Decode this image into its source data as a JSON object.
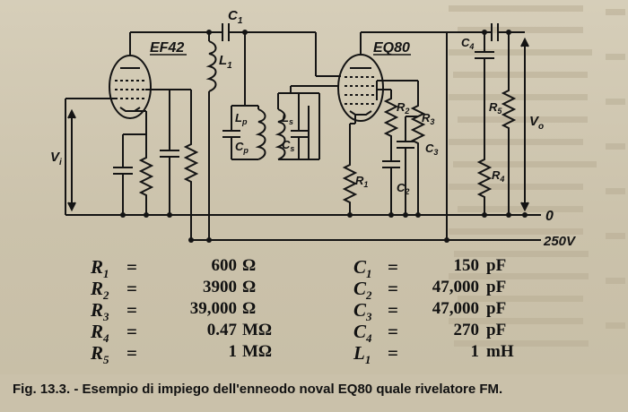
{
  "diagram": {
    "tubes": [
      "EF42",
      "EQ80"
    ],
    "labels": {
      "c1": "C",
      "c1_sub": "1",
      "l1": "L",
      "l1_sub": "1",
      "lp": "L",
      "lp_sub": "p",
      "cp": "C",
      "cp_sub": "p",
      "ls": "L",
      "ls_sub": "s",
      "cs": "C",
      "cs_sub": "s",
      "r1": "R",
      "r1_sub": "1",
      "r2": "R",
      "r2_sub": "2",
      "r3": "R",
      "r3_sub": "3",
      "r4": "R",
      "r4_sub": "4",
      "r5": "R",
      "r5_sub": "5",
      "c2": "C",
      "c2_sub": "2",
      "c3": "C",
      "c3_sub": "3",
      "c4": "C",
      "c4_sub": "4",
      "vi": "V",
      "vi_sub": "i",
      "vo": "V",
      "vo_sub": "o",
      "rail_zero": "0",
      "rail_b": "250V"
    }
  },
  "component_values": {
    "resistors": [
      {
        "sym": "R",
        "sub": "1",
        "eq": "=",
        "value": "600",
        "unit": "Ω"
      },
      {
        "sym": "R",
        "sub": "2",
        "eq": "=",
        "value": "3900",
        "unit": "Ω"
      },
      {
        "sym": "R",
        "sub": "3",
        "eq": "=",
        "value": "39,000",
        "unit": "Ω"
      },
      {
        "sym": "R",
        "sub": "4",
        "eq": "=",
        "value": "0.47",
        "unit": "MΩ"
      },
      {
        "sym": "R",
        "sub": "5",
        "eq": "=",
        "value": "1",
        "unit": "MΩ"
      }
    ],
    "others": [
      {
        "sym": "C",
        "sub": "1",
        "eq": "=",
        "value": "150",
        "unit": "pF"
      },
      {
        "sym": "C",
        "sub": "2",
        "eq": "=",
        "value": "47,000",
        "unit": "pF"
      },
      {
        "sym": "C",
        "sub": "3",
        "eq": "=",
        "value": "47,000",
        "unit": "pF"
      },
      {
        "sym": "C",
        "sub": "4",
        "eq": "=",
        "value": "270",
        "unit": "pF"
      },
      {
        "sym": "L",
        "sub": "1",
        "eq": "=",
        "value": "1",
        "unit": "mH"
      }
    ]
  },
  "caption": "Fig. 13.3. - Esempio di impiego dell'enneodo noval EQ80 quale rivelatore FM.",
  "colors": {
    "ink": "#141414",
    "paper": "#cfc6b0"
  }
}
